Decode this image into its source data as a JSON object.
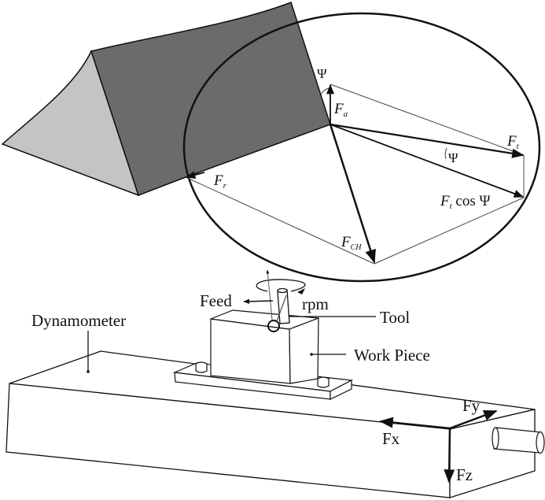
{
  "diagram": {
    "title": "Milling force diagram with dynamometer setup",
    "colors": {
      "chip_dark_face": "#6b6b6b",
      "chip_light_face": "#c4c4c4",
      "line": "#111111",
      "thin_line": "#555555"
    },
    "force_labels": {
      "psi_top": "Ψ",
      "fa_main": "F",
      "fa_sub": "a",
      "ft_main": "F",
      "ft_sub": "t",
      "psi_mid": "Ψ",
      "ftcos_main": "F",
      "ftcos_sub": "t",
      "ftcos_rest": " cos Ψ",
      "fr_main": "F",
      "fr_sub": "r",
      "fch_main": "F",
      "fch_sub": "CH"
    },
    "setup_labels": {
      "feed": "Feed",
      "rpm": "rpm",
      "tool": "Tool",
      "work_piece": "Work Piece",
      "dynamometer": "Dynamometer"
    },
    "axis_labels": {
      "fx": "Fx",
      "fy": "Fy",
      "fz": "Fz"
    }
  }
}
